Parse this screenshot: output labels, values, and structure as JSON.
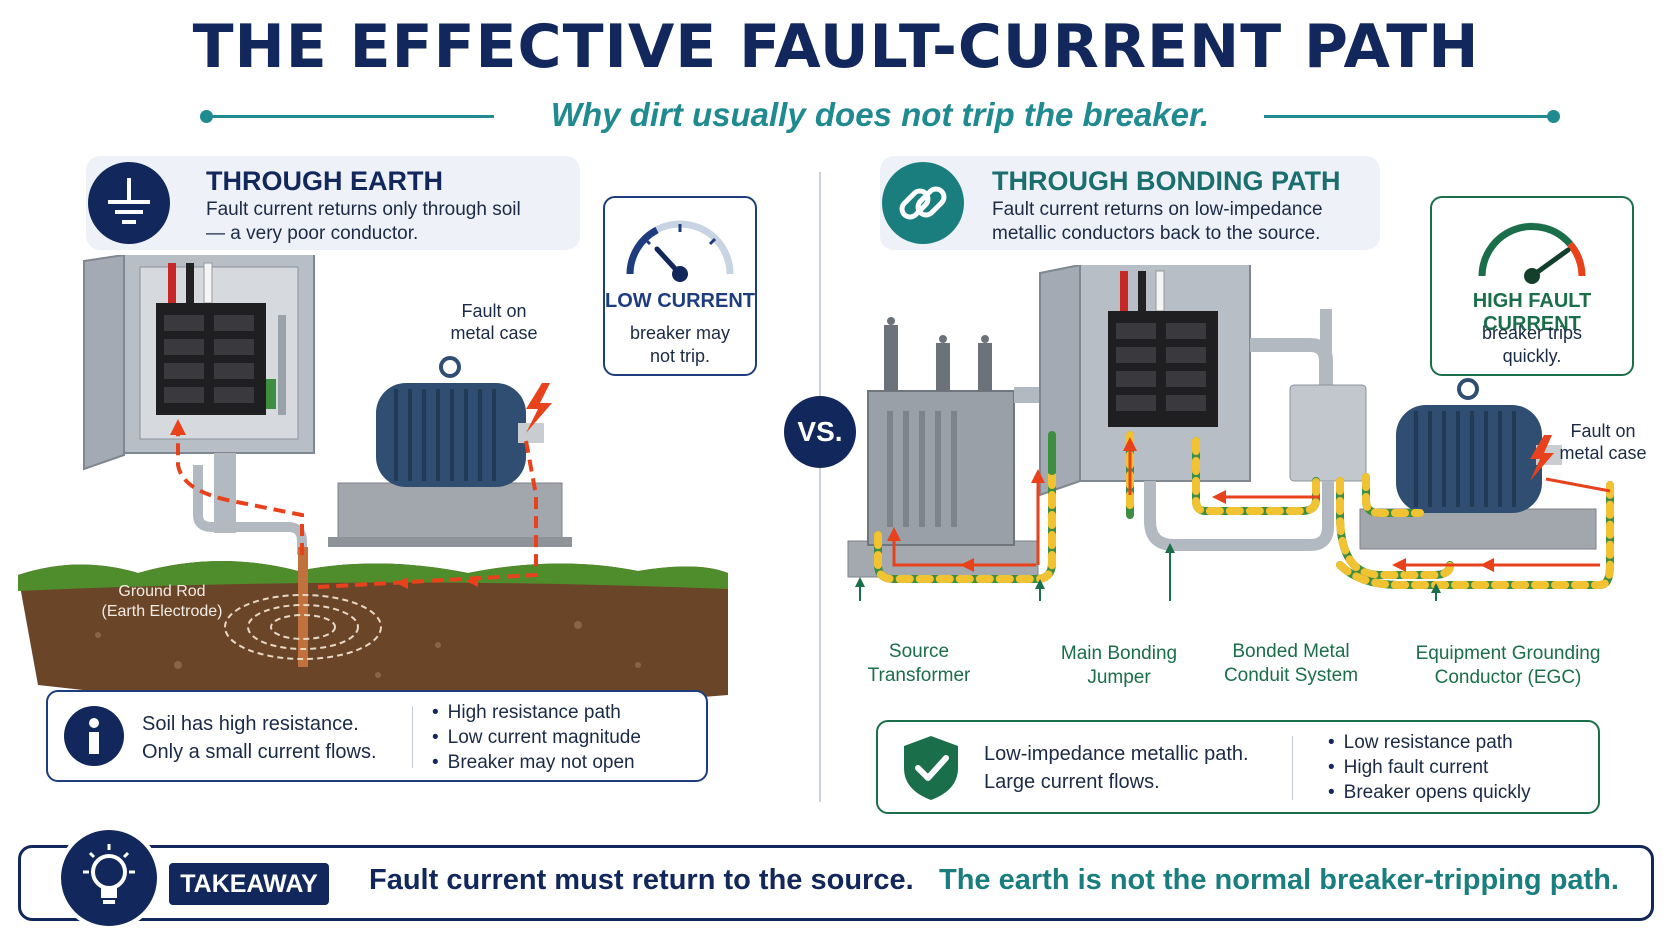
{
  "title": "THE EFFECTIVE FAULT-CURRENT PATH",
  "subtitle": "Why dirt usually does not trip the breaker.",
  "vs_label": "VS.",
  "left": {
    "heading": "THROUGH EARTH",
    "description_line1": "Fault current returns only through soil",
    "description_line2": "— a very poor conductor.",
    "gauge": {
      "title": "LOW CURRENT",
      "desc_line1": "breaker may",
      "desc_line2": "not trip."
    },
    "fault_label_line1": "Fault on",
    "fault_label_line2": "metal case",
    "ground_rod_line1": "Ground Rod",
    "ground_rod_line2": "(Earth Electrode)",
    "summary": {
      "line1": "Soil has high resistance.",
      "line2": "Only a small current flows.",
      "bullets": [
        "High resistance path",
        "Low current magnitude",
        "Breaker may not open"
      ]
    }
  },
  "right": {
    "heading": "THROUGH BONDING PATH",
    "description_line1": "Fault current returns on low-impedance",
    "description_line2": "metallic conductors back to the source.",
    "gauge": {
      "title": "HIGH FAULT CURRENT",
      "desc_line1": "breaker trips",
      "desc_line2": "quickly."
    },
    "fault_label_line1": "Fault on",
    "fault_label_line2": "metal case",
    "labels": [
      {
        "line1": "Source",
        "line2": "Transformer"
      },
      {
        "line1": "Main Bonding",
        "line2": "Jumper"
      },
      {
        "line1": "Bonded Metal",
        "line2": "Conduit System"
      },
      {
        "line1": "Equipment Grounding",
        "line2": "Conductor (EGC)"
      }
    ],
    "summary": {
      "line1": "Low-impedance metallic path.",
      "line2": "Large current flows.",
      "bullets": [
        "Low resistance path",
        "High fault current",
        "Breaker opens quickly"
      ]
    }
  },
  "takeaway": {
    "badge": "TAKEAWAY",
    "text1": "Fault current must return to the source.",
    "text2": "The earth is not the normal breaker-tripping path."
  },
  "colors": {
    "navy": "#12275b",
    "teal": "#1f8a8f",
    "green": "#1a6e4a",
    "fault_red": "#e8421c",
    "soil": "#6b4528",
    "grass": "#4f8d2c"
  }
}
